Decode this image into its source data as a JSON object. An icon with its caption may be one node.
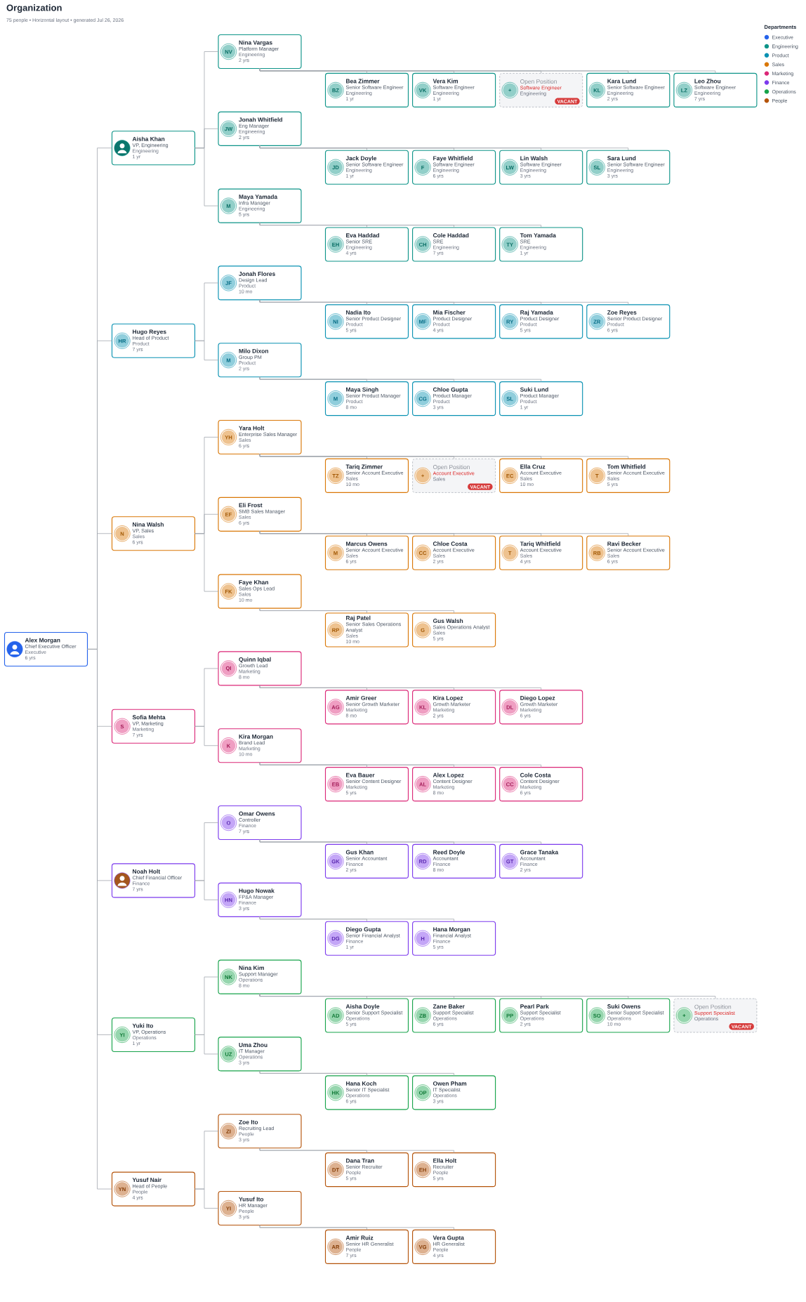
{
  "diagram": {
    "title": "Organization",
    "nodes": [
      {
        "text": [
          "Alex Morgan",
          "Chief Executive Officer",
          "Executive",
          "6 yrs"
        ]
      },
      {
        "text": [
          "Aisha Khan",
          "VP, Engineering",
          "Engineering",
          "1 yr"
        ]
      },
      {
        "text": [
          "NV",
          "Nina Vargas",
          "Platform Manager",
          "Engineering",
          "2 yrs"
        ]
      },
      {
        "text": [
          "BZ",
          "Bea Zimmer",
          "Senior Software Engineer",
          "Engineering",
          "1 yr"
        ]
      },
      {
        "text": [
          "VK",
          "Vera Kim",
          "Software Engineer",
          "Engineering",
          "1 yr"
        ]
      },
      {
        "text": [
          "+",
          "Open Position",
          "Software Engineer",
          "Engineering",
          "VACANT"
        ]
      },
      {
        "text": [
          "KL",
          "Kara Lund",
          "Senior Software Engineer",
          "Engineering",
          "2 yrs"
        ]
      },
      {
        "text": [
          "LZ",
          "Leo Zhou",
          "Software Engineer",
          "Engineering",
          "7 yrs"
        ]
      },
      {
        "text": [
          "JW",
          "Jonah Whitfield",
          "Eng Manager",
          "Engineering",
          "2 yrs"
        ]
      },
      {
        "text": [
          "JD",
          "Jack Doyle",
          "Senior Software Engineer",
          "Engineering",
          "1 yr"
        ]
      },
      {
        "text": [
          "F",
          "Faye Whitfield",
          "Software Engineer",
          "Engineering",
          "6 yrs"
        ]
      },
      {
        "text": [
          "LW",
          "Lin Walsh",
          "Software Engineer",
          "Engineering",
          "3 yrs"
        ]
      },
      {
        "text": [
          "SL",
          "Sara Lund",
          "Senior Software Engineer",
          "Engineering",
          "3 yrs"
        ]
      },
      {
        "text": [
          "M",
          "Maya Yamada",
          "Infra Manager",
          "Engineering",
          "5 yrs"
        ]
      },
      {
        "text": [
          "EH",
          "Eva Haddad",
          "Senior SRE",
          "Engineering",
          "4 yrs"
        ]
      },
      {
        "text": [
          "CH",
          "Cole Haddad",
          "SRE",
          "Engineering",
          "7 yrs"
        ]
      },
      {
        "text": [
          "TY",
          "Tom Yamada",
          "SRE",
          "Engineering",
          "1 yr"
        ]
      },
      {
        "text": [
          "HR",
          "Hugo Reyes",
          "Head of Product",
          "Product",
          "7 yrs"
        ]
      },
      {
        "text": [
          "JF",
          "Jonah Flores",
          "Design Lead",
          "Product",
          "10 mo"
        ]
      },
      {
        "text": [
          "NI",
          "Nadia Ito",
          "Senior Product Designer",
          "Product",
          "5 yrs"
        ]
      },
      {
        "text": [
          "MF",
          "Mia Fischer",
          "Product Designer",
          "Product",
          "4 yrs"
        ]
      },
      {
        "text": [
          "RY",
          "Raj Yamada",
          "Product Designer",
          "Product",
          "5 yrs"
        ]
      },
      {
        "text": [
          "ZR",
          "Zoe Reyes",
          "Senior Product Designer",
          "Product",
          "6 yrs"
        ]
      },
      {
        "text": [
          "M",
          "Milo Dixon",
          "Group PM",
          "Product",
          "2 yrs"
        ]
      },
      {
        "text": [
          "M",
          "Maya Singh",
          "Senior Product Manager",
          "Product",
          "8 mo"
        ]
      },
      {
        "text": [
          "CG",
          "Chloe Gupta",
          "Product Manager",
          "Product",
          "3 yrs"
        ]
      },
      {
        "text": [
          "SL",
          "Suki Lund",
          "Product Manager",
          "Product",
          "1 yr"
        ]
      },
      {
        "text": [
          "N",
          "Nina Walsh",
          "VP, Sales",
          "Sales",
          "6 yrs"
        ]
      },
      {
        "text": [
          "YH",
          "Yara Holt",
          "Enterprise Sales Manager",
          "Sales",
          "6 yrs"
        ]
      },
      {
        "text": [
          "TZ",
          "Tariq Zimmer",
          "Senior Account Executive",
          "Sales",
          "10 mo"
        ]
      },
      {
        "text": [
          "+",
          "Open Position",
          "Account Executive",
          "Sales",
          "VACANT"
        ]
      },
      {
        "text": [
          "EC",
          "Ella Cruz",
          "Account Executive",
          "Sales",
          "10 mo"
        ]
      },
      {
        "text": [
          "T",
          "Tom Whitfield",
          "Senior Account Executive",
          "Sales",
          "5 yrs"
        ]
      },
      {
        "text": [
          "EF",
          "Eli Frost",
          "SMB Sales Manager",
          "Sales",
          "6 yrs"
        ]
      },
      {
        "text": [
          "M",
          "Marcus Owens",
          "Senior Account Executive",
          "Sales",
          "6 yrs"
        ]
      },
      {
        "text": [
          "CC",
          "Chloe Costa",
          "Account Executive",
          "Sales",
          "2 yrs"
        ]
      },
      {
        "text": [
          "T",
          "Tariq Whitfield",
          "Account Executive",
          "Sales",
          "4 yrs"
        ]
      },
      {
        "text": [
          "RB",
          "Ravi Becker",
          "Senior Account Executive",
          "Sales",
          "6 yrs"
        ]
      },
      {
        "text": [
          "FK",
          "Faye Khan",
          "Sales Ops Lead",
          "Sales",
          "10 mo"
        ]
      },
      {
        "text": [
          "RP",
          "Raj Patel",
          "Senior Sales Operations Analyst",
          "Sales",
          "10 mo"
        ]
      },
      {
        "text": [
          "G",
          "Gus Walsh",
          "Sales Operations Analyst",
          "Sales",
          "5 yrs"
        ]
      },
      {
        "text": [
          "S",
          "Sofia Mehta",
          "VP, Marketing",
          "Marketing",
          "7 yrs"
        ]
      },
      {
        "text": [
          "QI",
          "Quinn Iqbal",
          "Growth Lead",
          "Marketing",
          "8 mo"
        ]
      },
      {
        "text": [
          "AG",
          "Amir Greer",
          "Senior Growth Marketer",
          "Marketing",
          "8 mo"
        ]
      },
      {
        "text": [
          "KL",
          "Kira Lopez",
          "Growth Marketer",
          "Marketing",
          "2 yrs"
        ]
      },
      {
        "text": [
          "DL",
          "Diego Lopez",
          "Growth Marketer",
          "Marketing",
          "6 yrs"
        ]
      },
      {
        "text": [
          "K",
          "Kira Morgan",
          "Brand Lead",
          "Marketing",
          "10 mo"
        ]
      },
      {
        "text": [
          "EB",
          "Eva Bauer",
          "Senior Content Designer",
          "Marketing",
          "5 yrs"
        ]
      },
      {
        "text": [
          "AL",
          "Alex Lopez",
          "Content Designer",
          "Marketing",
          "8 mo"
        ]
      },
      {
        "text": [
          "CC",
          "Cole Costa",
          "Content Designer",
          "Marketing",
          "6 yrs"
        ]
      },
      {
        "text": [
          "Noah Holt",
          "Chief Financial Officer",
          "Finance",
          "7 yrs"
        ]
      },
      {
        "text": [
          "O",
          "Omar Owens",
          "Controller",
          "Finance",
          "7 yrs"
        ]
      },
      {
        "text": [
          "GK",
          "Gus Khan",
          "Senior Accountant",
          "Finance",
          "2 yrs"
        ]
      },
      {
        "text": [
          "RD",
          "Reed Doyle",
          "Accountant",
          "Finance",
          "8 mo"
        ]
      },
      {
        "text": [
          "GT",
          "Grace Tanaka",
          "Accountant",
          "Finance",
          "2 yrs"
        ]
      },
      {
        "text": [
          "HN",
          "Hugo Nowak",
          "FP&A Manager",
          "Finance",
          "3 yrs"
        ]
      },
      {
        "text": [
          "DG",
          "Diego Gupta",
          "Senior Financial Analyst",
          "Finance",
          "1 yr"
        ]
      },
      {
        "text": [
          "H",
          "Hana Morgan",
          "Financial Analyst",
          "Finance",
          "5 yrs"
        ]
      },
      {
        "text": [
          "YI",
          "Yuki Ito",
          "VP, Operations",
          "Operations",
          "1 yr"
        ]
      },
      {
        "text": [
          "NK",
          "Nina Kim",
          "Support Manager",
          "Operations",
          "8 mo"
        ]
      },
      {
        "text": [
          "AD",
          "Aisha Doyle",
          "Senior Support Specialist",
          "Operations",
          "5 yrs"
        ]
      },
      {
        "text": [
          "ZB",
          "Zane Baker",
          "Support Specialist",
          "Operations",
          "6 yrs"
        ]
      },
      {
        "text": [
          "PP",
          "Pearl Park",
          "Support Specialist",
          "Operations",
          "2 yrs"
        ]
      },
      {
        "text": [
          "SO",
          "Suki Owens",
          "Senior Support Specialist",
          "Operations",
          "10 mo"
        ]
      },
      {
        "text": [
          "+",
          "Open Position",
          "Support Specialist",
          "Operations",
          "VACANT"
        ]
      },
      {
        "text": [
          "UZ",
          "Uma Zhou",
          "IT Manager",
          "Operations",
          "3 yrs"
        ]
      },
      {
        "text": [
          "HK",
          "Hana Koch",
          "Senior IT Specialist",
          "Operations",
          "6 yrs"
        ]
      },
      {
        "text": [
          "OP",
          "Owen Pham",
          "IT Specialist",
          "Operations",
          "3 yrs"
        ]
      },
      {
        "text": [
          "YN",
          "Yusuf Nair",
          "Head of People",
          "People",
          "4 yrs"
        ]
      },
      {
        "text": [
          "ZI",
          "Zoe Ito",
          "Recruiting Lead",
          "People",
          "3 yrs"
        ]
      },
      {
        "text": [
          "DT",
          "Dana Tran",
          "Senior Recruiter",
          "People",
          "5 yrs"
        ]
      },
      {
        "text": [
          "EH",
          "Ella Holt",
          "Recruiter",
          "People",
          "5 yrs"
        ]
      },
      {
        "text": [
          "YI",
          "Yusuf Ito",
          "HR Manager",
          "People",
          "3 yrs"
        ]
      },
      {
        "text": [
          "AR",
          "Amir Ruiz",
          "Senior HR Generalist",
          "People",
          "7 yrs"
        ]
      },
      {
        "text": [
          "VG",
          "Vera Gupta",
          "HR Generalist",
          "People",
          "4 yrs"
        ]
      }
    ],
    "edges": [
      {
        "from": 0,
        "to": 1,
        "arrow": "none"
      },
      {
        "from": 0,
        "to": 17,
        "arrow": "none"
      },
      {
        "from": 0,
        "to": 27,
        "arrow": "none"
      },
      {
        "from": 0,
        "to": 41,
        "arrow": "none"
      },
      {
        "from": 0,
        "to": 50,
        "arrow": "none"
      },
      {
        "from": 0,
        "to": 58,
        "arrow": "none"
      },
      {
        "from": 0,
        "to": 68,
        "arrow": "none"
      },
      {
        "from": 1,
        "to": 2,
        "arrow": "none"
      },
      {
        "from": 1,
        "to": 8,
        "arrow": "none"
      },
      {
        "from": 1,
        "to": 13,
        "arrow": "none"
      },
      {
        "from": 2,
        "to": 3,
        "arrow": "none"
      },
      {
        "from": 2,
        "to": 4,
        "arrow": "none"
      },
      {
        "from": 2,
        "to": 5,
        "arrow": "none"
      },
      {
        "from": 2,
        "to": 6,
        "arrow": "none"
      },
      {
        "from": 2,
        "to": 7,
        "arrow": "none"
      },
      {
        "from": 8,
        "to": 9,
        "arrow": "none"
      },
      {
        "from": 8,
        "to": 10,
        "arrow": "none"
      },
      {
        "from": 8,
        "to": 11,
        "arrow": "none"
      },
      {
        "from": 8,
        "to": 12,
        "arrow": "none"
      },
      {
        "from": 13,
        "to": 14,
        "arrow": "none"
      },
      {
        "from": 13,
        "to": 15,
        "arrow": "none"
      },
      {
        "from": 13,
        "to": 16,
        "arrow": "none"
      },
      {
        "from": 17,
        "to": 18,
        "arrow": "none"
      },
      {
        "from": 17,
        "to": 23,
        "arrow": "none"
      },
      {
        "from": 18,
        "to": 19,
        "arrow": "none"
      },
      {
        "from": 18,
        "to": 20,
        "arrow": "none"
      },
      {
        "from": 18,
        "to": 21,
        "arrow": "none"
      },
      {
        "from": 18,
        "to": 22,
        "arrow": "none"
      },
      {
        "from": 23,
        "to": 24,
        "arrow": "none"
      },
      {
        "from": 23,
        "to": 25,
        "arrow": "none"
      },
      {
        "from": 23,
        "to": 26,
        "arrow": "none"
      },
      {
        "from": 27,
        "to": 28,
        "arrow": "none"
      },
      {
        "from": 27,
        "to": 33,
        "arrow": "none"
      },
      {
        "from": 27,
        "to": 38,
        "arrow": "none"
      },
      {
        "from": 28,
        "to": 29,
        "arrow": "none"
      },
      {
        "from": 28,
        "to": 30,
        "arrow": "none"
      },
      {
        "from": 28,
        "to": 31,
        "arrow": "none"
      },
      {
        "from": 28,
        "to": 32,
        "arrow": "none"
      },
      {
        "from": 33,
        "to": 34,
        "arrow": "none"
      },
      {
        "from": 33,
        "to": 35,
        "arrow": "none"
      },
      {
        "from": 33,
        "to": 36,
        "arrow": "none"
      },
      {
        "from": 33,
        "to": 37,
        "arrow": "none"
      },
      {
        "from": 38,
        "to": 39,
        "arrow": "none"
      },
      {
        "from": 38,
        "to": 40,
        "arrow": "none"
      },
      {
        "from": 41,
        "to": 42,
        "arrow": "none"
      },
      {
        "from": 41,
        "to": 46,
        "arrow": "none"
      },
      {
        "from": 42,
        "to": 43,
        "arrow": "none"
      },
      {
        "from": 42,
        "to": 44,
        "arrow": "none"
      },
      {
        "from": 42,
        "to": 45,
        "arrow": "none"
      },
      {
        "from": 46,
        "to": 47,
        "arrow": "none"
      },
      {
        "from": 46,
        "to": 48,
        "arrow": "none"
      },
      {
        "from": 46,
        "to": 49,
        "arrow": "none"
      },
      {
        "from": 50,
        "to": 51,
        "arrow": "none"
      },
      {
        "from": 50,
        "to": 55,
        "arrow": "none"
      },
      {
        "from": 51,
        "to": 52,
        "arrow": "none"
      },
      {
        "from": 51,
        "to": 53,
        "arrow": "none"
      },
      {
        "from": 51,
        "to": 54,
        "arrow": "none"
      },
      {
        "from": 55,
        "to": 56,
        "arrow": "none"
      },
      {
        "from": 55,
        "to": 57,
        "arrow": "none"
      },
      {
        "from": 58,
        "to": 59,
        "arrow": "none"
      },
      {
        "from": 58,
        "to": 65,
        "arrow": "none"
      },
      {
        "from": 59,
        "to": 60,
        "arrow": "none"
      },
      {
        "from": 59,
        "to": 61,
        "arrow": "none"
      },
      {
        "from": 59,
        "to": 62,
        "arrow": "none"
      },
      {
        "from": 59,
        "to": 63,
        "arrow": "none"
      },
      {
        "from": 59,
        "to": 64,
        "arrow": "none"
      },
      {
        "from": 65,
        "to": 66,
        "arrow": "none"
      },
      {
        "from": 65,
        "to": 67,
        "arrow": "none"
      },
      {
        "from": 68,
        "to": 69,
        "arrow": "none"
      },
      {
        "from": 68,
        "to": 72,
        "arrow": "none"
      },
      {
        "from": 69,
        "to": 70,
        "arrow": "none"
      },
      {
        "from": 69,
        "to": 71,
        "arrow": "none"
      },
      {
        "from": 72,
        "to": 73,
        "arrow": "none"
      },
      {
        "from": 72,
        "to": 74,
        "arrow": "none"
      }
    ],
    "labels": [
      "75 people • Horizontal layout • generated Jul 26, 2026",
      "Departments"
    ],
    "legend": [
      {
        "text": "Executive",
        "color": "#2563eb"
      },
      {
        "text": "Engineering",
        "color": "#0d9488"
      },
      {
        "text": "Product",
        "color": "#0891b2"
      },
      {
        "text": "Sales",
        "color": "#d97706"
      },
      {
        "text": "Marketing",
        "color": "#db2777"
      },
      {
        "text": "Finance",
        "color": "#7c3aed"
      },
      {
        "text": "Operations",
        "color": "#16a34a"
      },
      {
        "text": "People",
        "color": "#b45309"
      }
    ]
  }
}
